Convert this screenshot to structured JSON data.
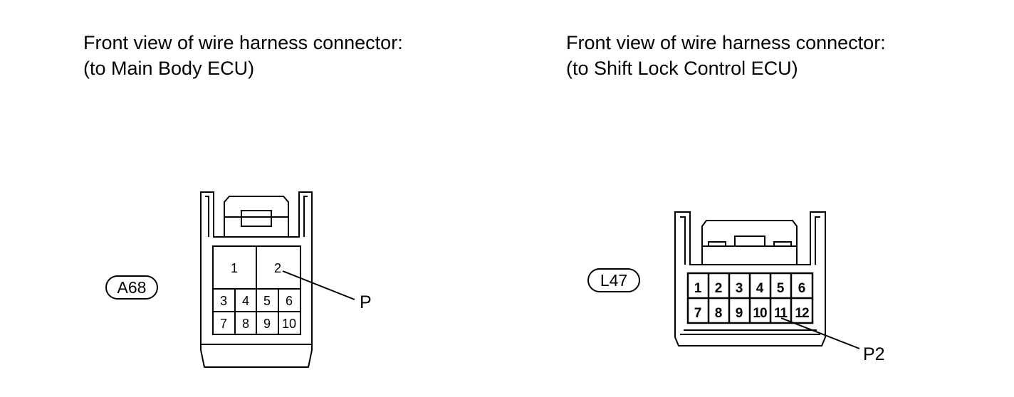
{
  "left": {
    "title_line1": "Front view of wire harness connector:",
    "title_line2": "(to Main Body ECU)",
    "connector_code": "A68",
    "callout": "P",
    "pins": [
      "1",
      "2",
      "3",
      "4",
      "5",
      "6",
      "7",
      "8",
      "9",
      "10"
    ]
  },
  "right": {
    "title_line1": "Front view of wire harness connector:",
    "title_line2": "(to Shift Lock Control ECU)",
    "connector_code": "L47",
    "callout": "P2",
    "pins": [
      "1",
      "2",
      "3",
      "4",
      "5",
      "6",
      "7",
      "8",
      "9",
      "10",
      "11",
      "12"
    ]
  }
}
